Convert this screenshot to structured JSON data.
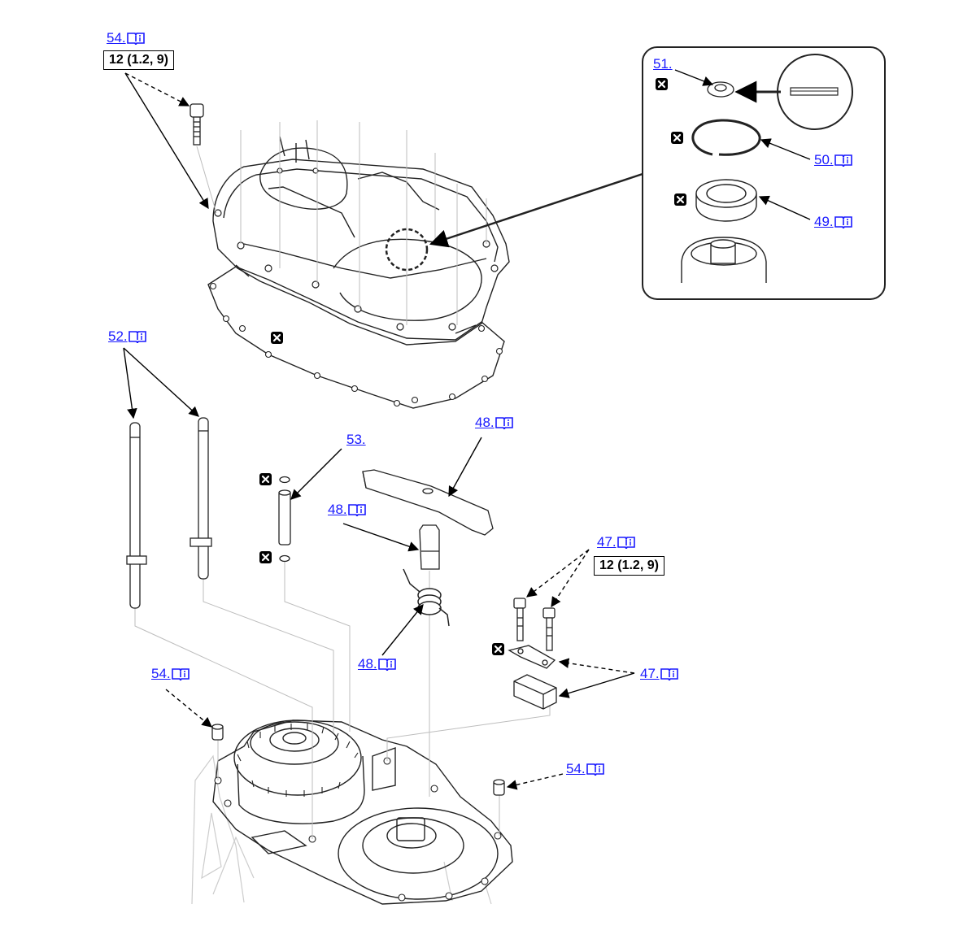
{
  "callouts": {
    "c54a": "54.",
    "c52": "52.",
    "c53": "53.",
    "c48a": "48.",
    "c48b": "48.",
    "c48c": "48.",
    "c47a": "47.",
    "c47b": "47.",
    "c54b": "54.",
    "c54c": "54.",
    "c51": "51.",
    "c50": "50.",
    "c49": "49."
  },
  "torque": {
    "t1": "12 (1.2, 9)",
    "t2": "12 (1.2, 9)"
  },
  "icons": {
    "reference": "book-info-icon",
    "replace": "replace-part-x-icon"
  },
  "colors": {
    "link": "#1a1aff",
    "line": "#000000",
    "part_outline": "#222222",
    "ghost": "#bdbdbd"
  }
}
